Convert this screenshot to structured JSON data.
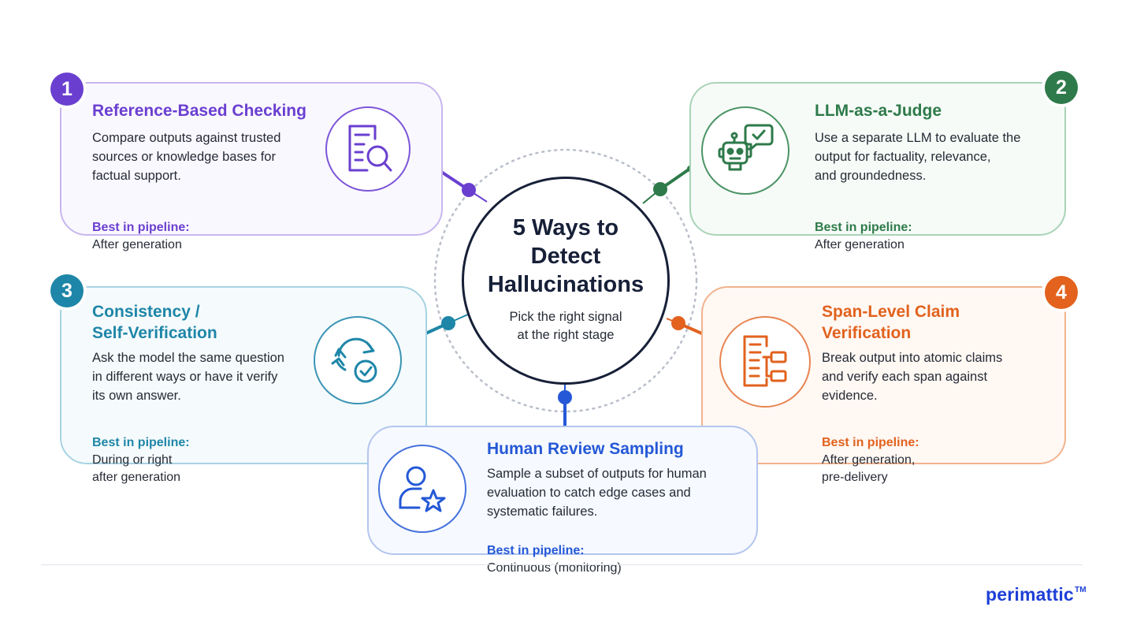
{
  "center": {
    "title": "5 Ways to\nDetect\nHallucinations",
    "subtitle": "Pick the right signal\nat the right stage"
  },
  "methods": [
    {
      "number": "1",
      "title": "Reference-Based Checking",
      "description": "Compare outputs against trusted\nsources or knowledge bases for\nfactual support.",
      "pipeline_label": "Best in pipeline:",
      "pipeline_value": "After generation",
      "icon": "document-search-icon",
      "color": "#6a3fd0"
    },
    {
      "number": "2",
      "title": "LLM-as-a-Judge",
      "description": "Use a separate LLM to evaluate the\noutput for factuality, relevance,\nand groundedness.",
      "pipeline_label": "Best in pipeline:",
      "pipeline_value": "After generation",
      "icon": "robot-check-icon",
      "color": "#2e7a4a"
    },
    {
      "number": "3",
      "title": "Consistency /\nSelf-Verification",
      "description": "Ask the model the same question\nin different ways or have it verify\nits own answer.",
      "pipeline_label": "Best in pipeline:",
      "pipeline_value": "During or right\nafter generation",
      "icon": "refresh-check-icon",
      "color": "#1e86a8"
    },
    {
      "number": "4",
      "title": "Span-Level Claim\nVerification",
      "description": "Break output into atomic claims\nand verify each span against\nevidence.",
      "pipeline_label": "Best in pipeline:",
      "pipeline_value": "After generation,\npre-delivery",
      "icon": "claim-list-icon",
      "color": "#e2621e"
    },
    {
      "title": "Human Review Sampling",
      "description": "Sample a subset of outputs for human\nevaluation to catch edge cases and\nsystematic failures.",
      "pipeline_label": "Best in pipeline:",
      "pipeline_value": "Continuous (monitoring)",
      "icon": "person-star-icon",
      "color": "#2458d6"
    }
  ],
  "brand": {
    "name": "perimattic",
    "mark": "TM"
  }
}
